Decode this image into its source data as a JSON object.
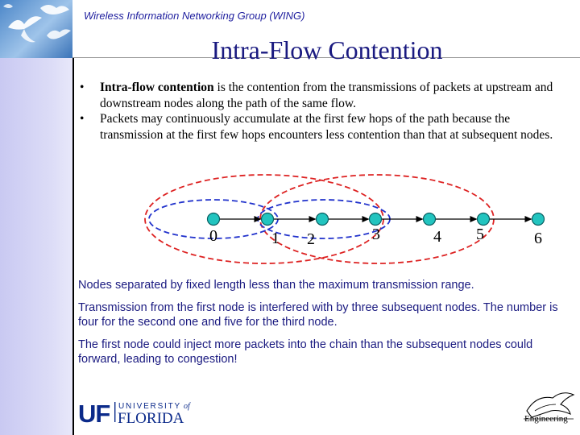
{
  "header": {
    "group_name": "Wireless Information Networking Group (WING)"
  },
  "slide": {
    "title": "Intra-Flow Contention"
  },
  "bullets": [
    {
      "term": "Intra-flow contention",
      "text": " is the contention from the transmissions of packets at upstream and downstream nodes along the path of the same flow."
    },
    {
      "term": "",
      "text": "Packets may continuously accumulate at the first few hops of the path because the transmission at the first few hops encounters less contention than that at subsequent nodes."
    }
  ],
  "bullet_symbol": "•",
  "diagram": {
    "nodes": [
      "0",
      "1",
      "2",
      "3",
      "4",
      "5",
      "6"
    ],
    "colors": {
      "node_fill": "#22c4bf",
      "node_stroke": "#0a5f62",
      "inner_range": "#2233cc",
      "outer_range": "#dd2222"
    }
  },
  "notes": [
    "Nodes separated by fixed length less than the maximum transmission range.",
    "Transmission from the  first node is interfered with by three subsequent nodes. The number is four for the second one and five for the third node.",
    "The first node could inject more packets into the chain than the subsequent nodes could forward, leading to congestion!"
  ],
  "footer": {
    "uf_mark": "UF",
    "uf_university": "UNIVERSITY",
    "uf_of": "of",
    "uf_florida": "FLORIDA",
    "engineering": "Engineering"
  },
  "colors": {
    "title": "#1a1a80",
    "header": "#1e1e9e",
    "sidebar": "#c9c9f2",
    "uf_blue": "#0b2a8a"
  }
}
